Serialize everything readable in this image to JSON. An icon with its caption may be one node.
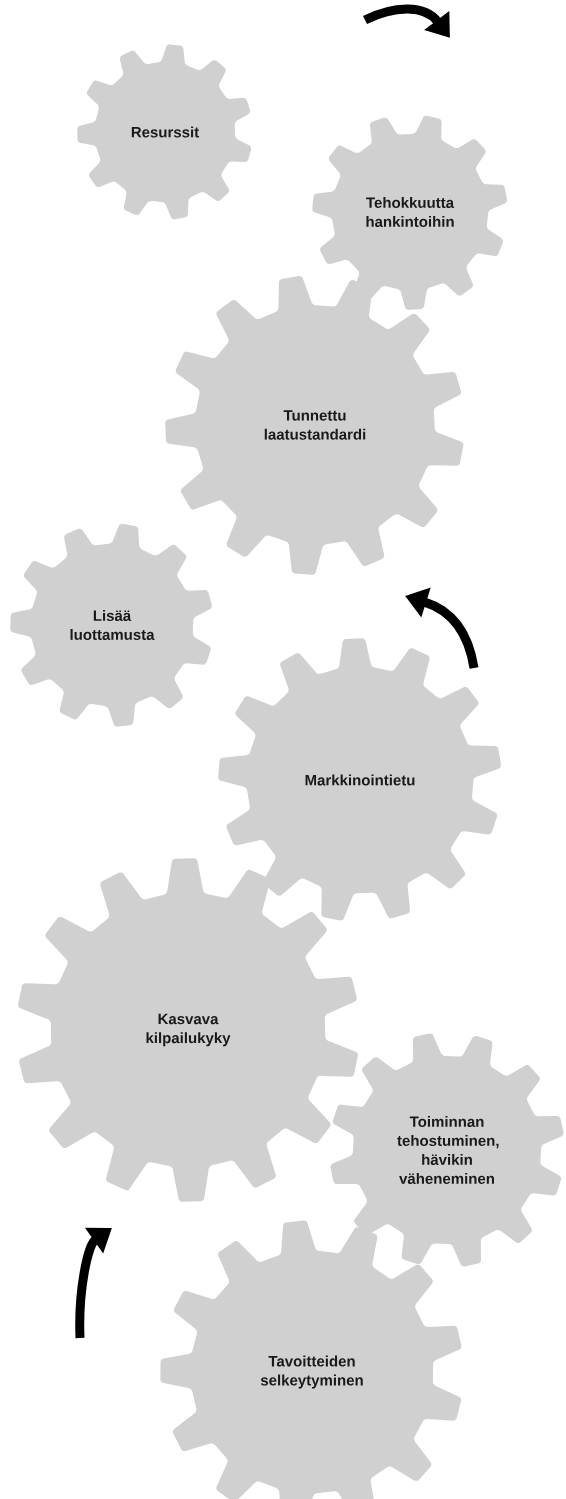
{
  "diagram": {
    "nodes": [
      {
        "text": [
          "Resurssit"
        ]
      },
      {
        "text": [
          "Tehokkuutta hankintoihin"
        ]
      },
      {
        "text": [
          "Tunnettu laatustandardi"
        ]
      },
      {
        "text": [
          "Lisää luottamusta"
        ]
      },
      {
        "text": [
          "Markkinointietu"
        ]
      },
      {
        "text": [
          "Kasvava kilpailukyky"
        ]
      },
      {
        "text": [
          "Toiminnan tehostuminen, hävikin väheneminen"
        ]
      },
      {
        "text": [
          "Tavoitteiden selkeytyminen"
        ]
      }
    ]
  }
}
